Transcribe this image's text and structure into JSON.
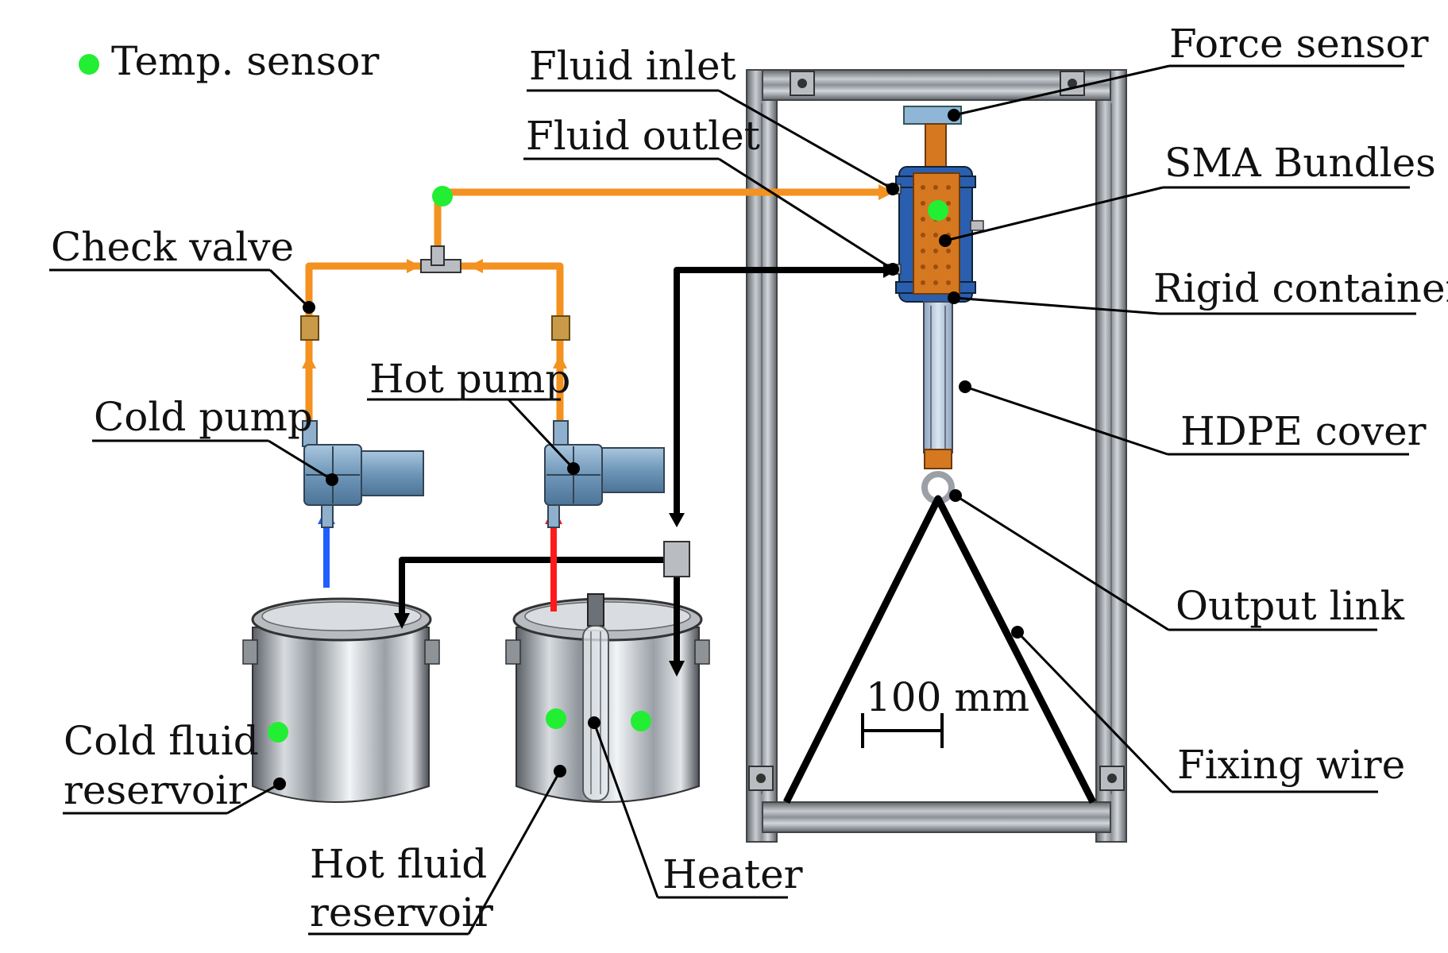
{
  "legend": {
    "sensor_label": "Temp. sensor"
  },
  "labels": {
    "force_sensor": "Force sensor",
    "fluid_inlet": "Fluid inlet",
    "fluid_outlet": "Fluid outlet",
    "sma_bundles": "SMA Bundles",
    "check_valve": "Check valve",
    "rigid_container": "Rigid container",
    "hot_pump": "Hot pump",
    "cold_pump": "Cold pump",
    "hdpe_cover": "HDPE cover",
    "output_link": "Output link",
    "cold_reservoir_line1": "Cold fluid",
    "cold_reservoir_line2": "reservoir",
    "hot_reservoir_line1": "Hot fluid",
    "hot_reservoir_line2": "reservoir",
    "heater": "Heater",
    "fixing_wire": "Fixing wire",
    "scale": "100 mm"
  },
  "colors": {
    "hot_loop": "#f39220",
    "return_loop": "#000000",
    "cold_flow": "#1f5fff",
    "hot_flow": "#ff1a1a",
    "sensor": "#22ee33",
    "actuator_body": "#d6781f",
    "container": "#2a5fb0",
    "pump": "#7fa7c9",
    "frame": "#8a8f96"
  }
}
